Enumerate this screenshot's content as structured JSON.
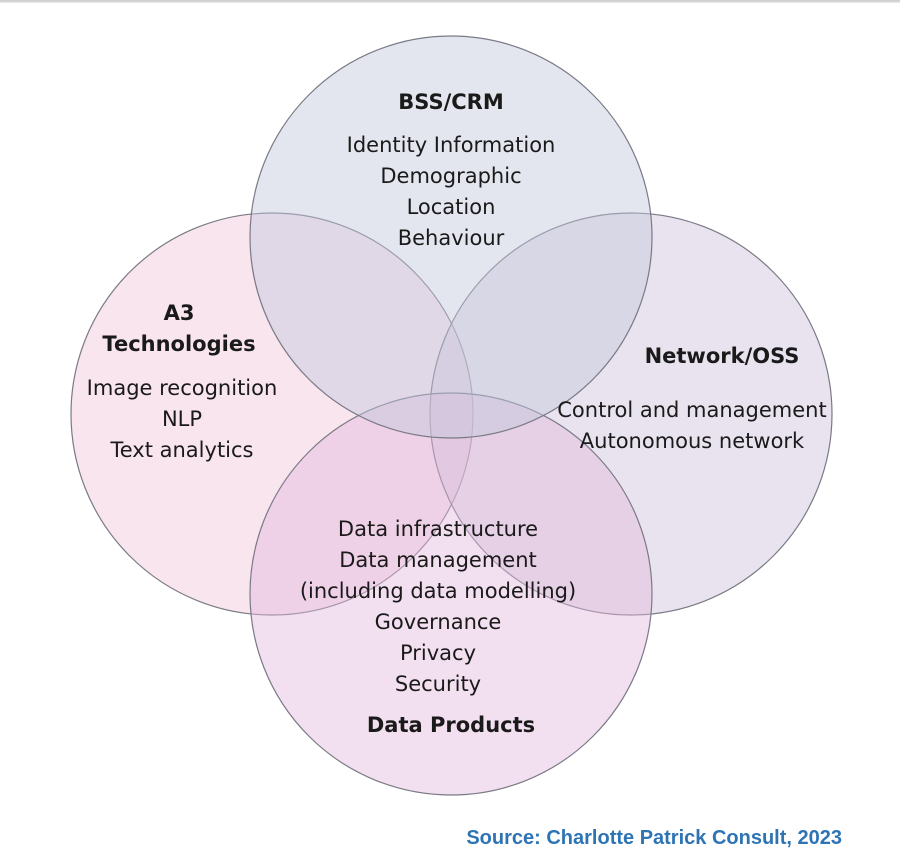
{
  "diagram": {
    "circles": [
      {
        "id": "bss",
        "title": "BSS/CRM",
        "items": [
          "Identity Information",
          "Demographic",
          "Location",
          "Behaviour"
        ],
        "fill": "#c3c7dc"
      },
      {
        "id": "a3",
        "title_lines": [
          "A3",
          "Technologies"
        ],
        "items": [
          "Image recognition",
          "NLP",
          "Text analytics"
        ],
        "fill": "#efc6d9"
      },
      {
        "id": "network",
        "title": "Network/OSS",
        "items": [
          "Control and management",
          "Autonomous network"
        ],
        "fill": "#cbc2dc"
      },
      {
        "id": "data",
        "title": "Data Products",
        "items": [
          "Data infrastructure",
          "Data management",
          "(including data modelling)",
          "Governance",
          "Privacy",
          "Security"
        ],
        "fill": "#e3b9dc"
      }
    ],
    "source": "Source: Charlotte Patrick Consult, 2023"
  }
}
